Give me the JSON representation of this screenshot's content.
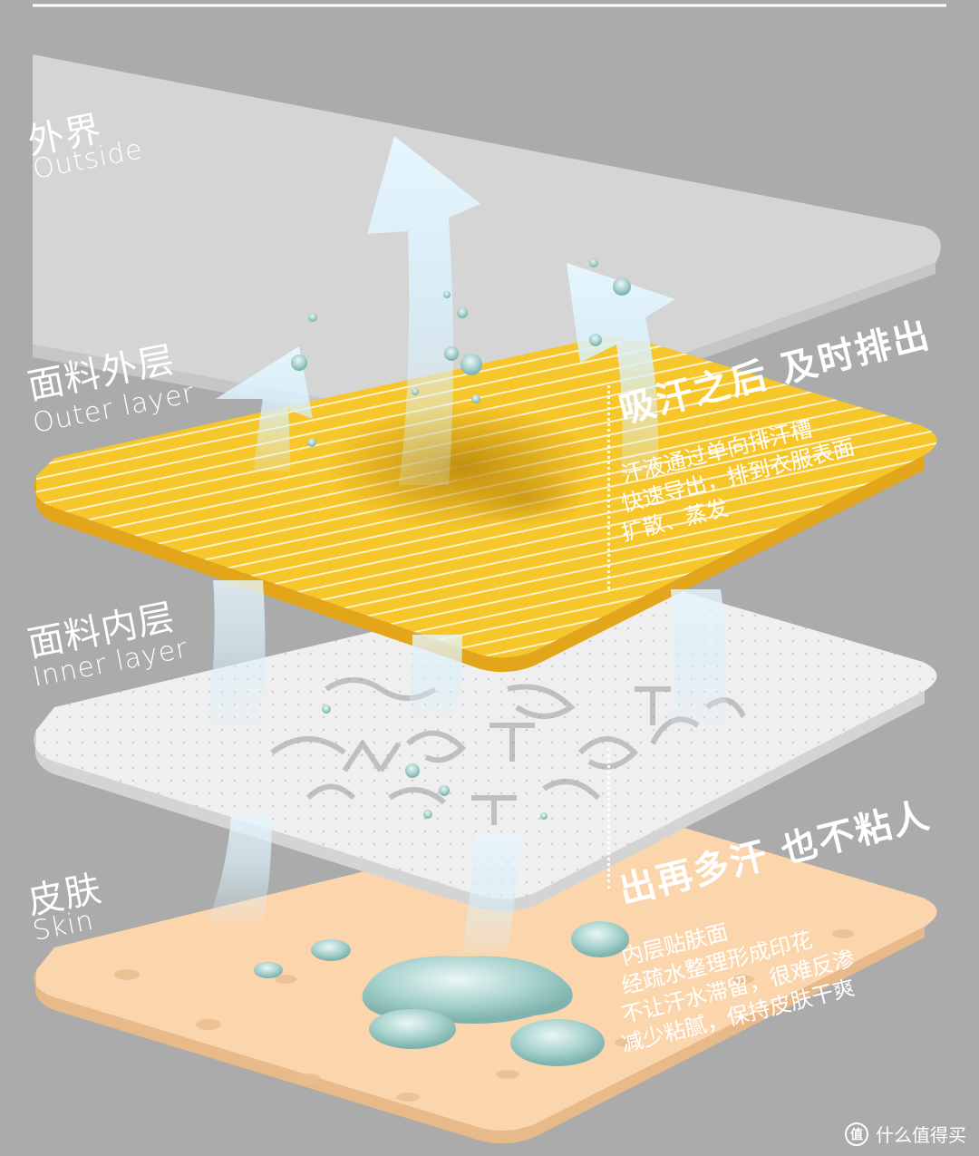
{
  "layers": [
    {
      "id": "outside",
      "cn": "外界",
      "en": "Outside",
      "color": "#d9d9d9"
    },
    {
      "id": "outer",
      "cn": "面料外层",
      "en": "Outer layer",
      "color": "#f7c62a"
    },
    {
      "id": "inner",
      "cn": "面料内层",
      "en": "Inner layer",
      "color": "#efefef"
    },
    {
      "id": "skin",
      "cn": "皮肤",
      "en": "Skin",
      "color": "#fbd6ad"
    }
  ],
  "callouts": [
    {
      "headline": "吸汗之后 及时排出",
      "lines": [
        "汗液通过单向排汗槽",
        "快速导出，排到衣服表面",
        "扩散、蒸发"
      ]
    },
    {
      "headline": "出再多汗 也不粘人",
      "lines": [
        "内层贴肤面",
        "经疏水整理形成印花",
        "不让汗水滞留，很难反渗",
        "减少粘腻，保持皮肤干爽"
      ]
    }
  ],
  "watermark": {
    "icon": "值",
    "text": "什么值得买"
  },
  "colors": {
    "background": "#ababab",
    "arrow": "#daf0fb",
    "droplet": "#b9ddda",
    "stripe": "#ffffff"
  }
}
